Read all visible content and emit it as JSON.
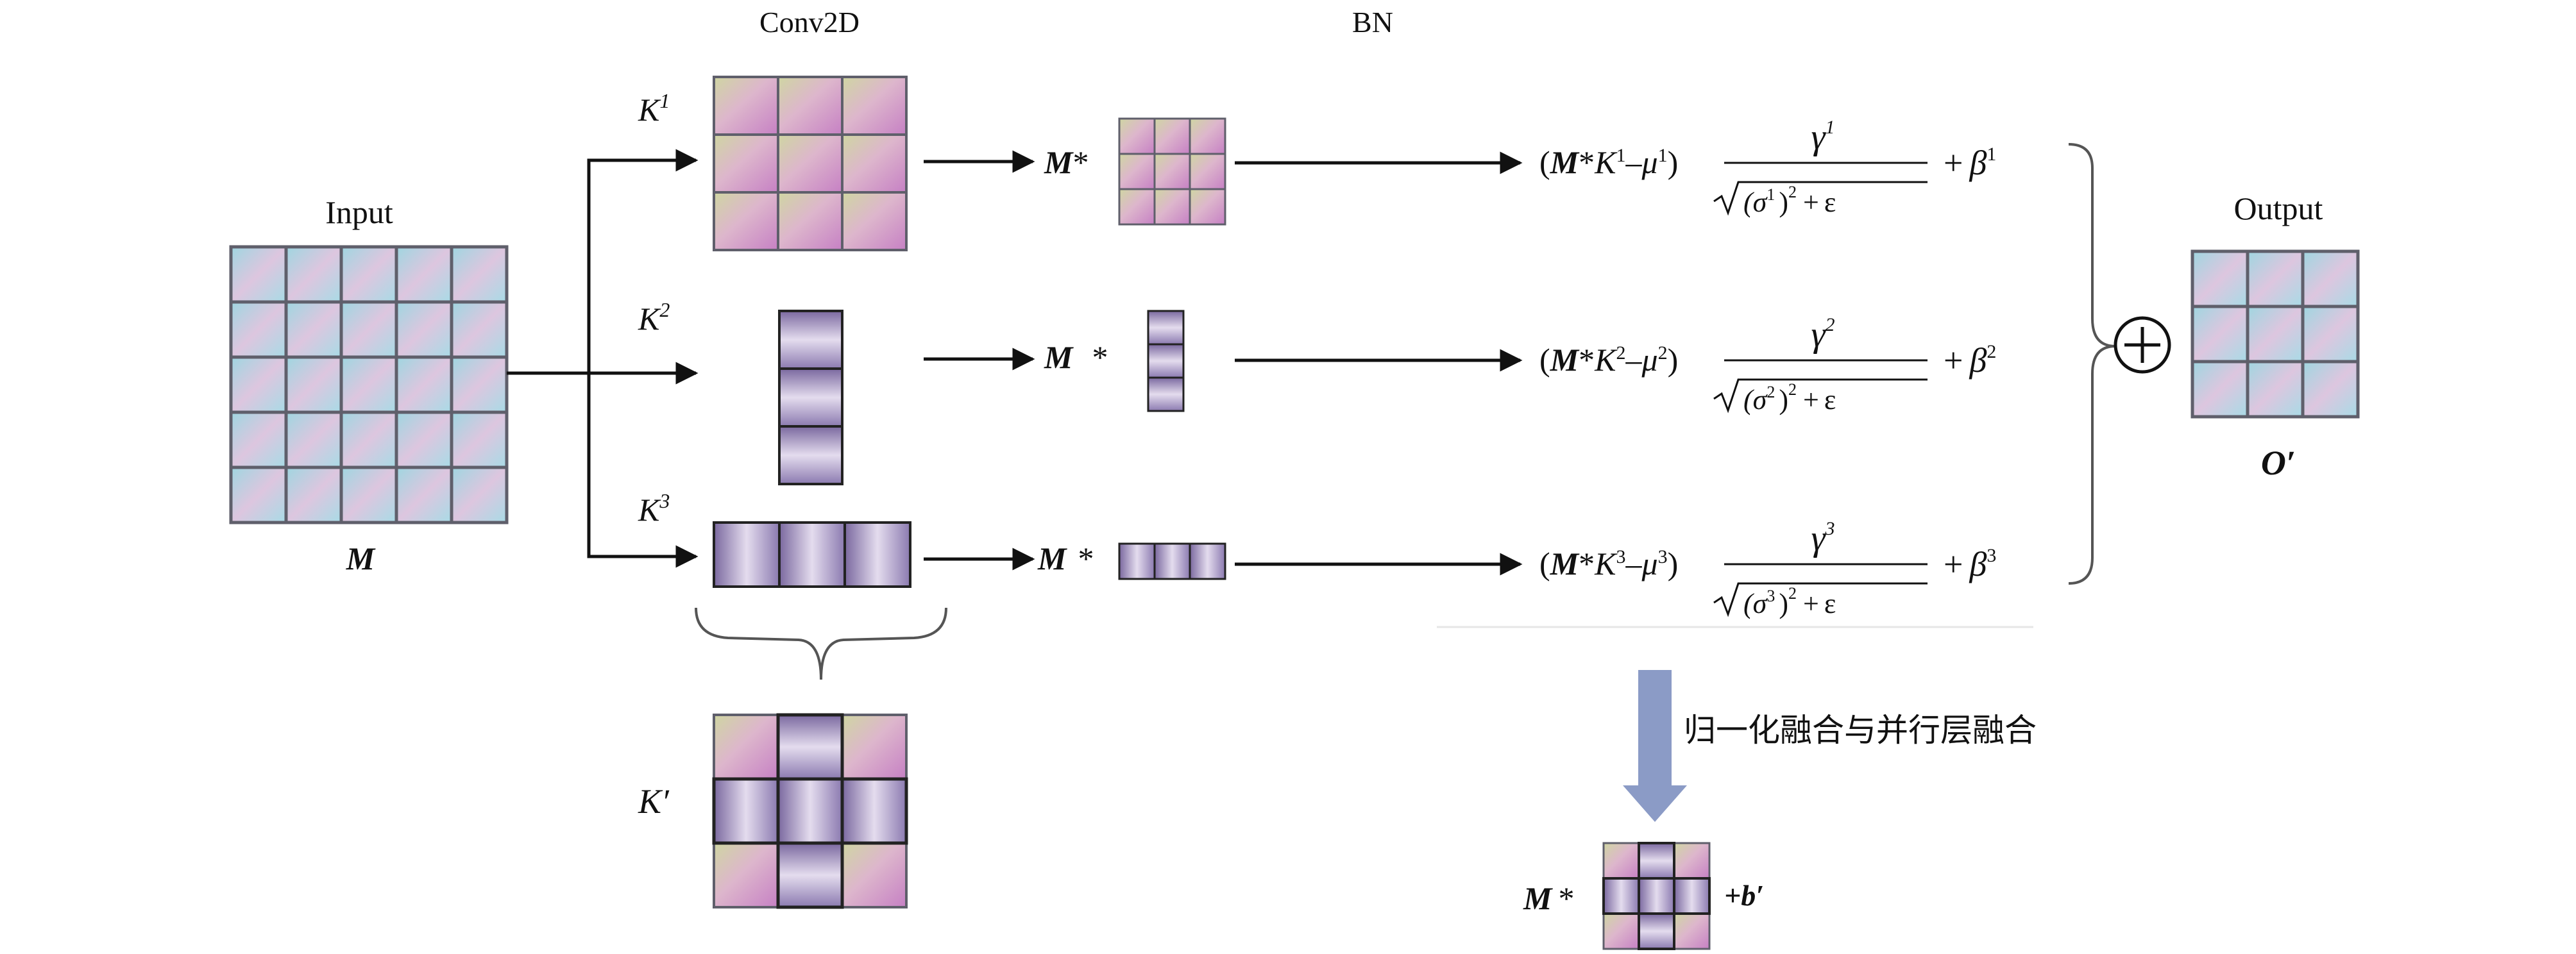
{
  "headers": {
    "conv": "Conv2D",
    "bn": "BN",
    "input": "Input",
    "output": "Output"
  },
  "input_symbol": "M",
  "output_symbol": "O′",
  "kernels": [
    {
      "label_base": "K",
      "label_sup": "1"
    },
    {
      "label_base": "K",
      "label_sup": "2"
    },
    {
      "label_base": "K",
      "label_sup": "3"
    }
  ],
  "fused_kernel": {
    "label": "K′"
  },
  "products": {
    "m": "M",
    "star": "*"
  },
  "bn_terms": [
    {
      "open": "(",
      "m": "M",
      "op": "*",
      "k": "K",
      "ksup": "1",
      "minus": "–",
      "mu": "μ",
      "musup": "1",
      "close": ")",
      "num": "γ",
      "numsup": "1",
      "den_open": "(σ",
      "den_sup1": "1",
      "den_close": ")",
      "den_sup2": "2",
      "den_plus": "+",
      "den_eps": "ε",
      "plus": "+",
      "beta": "β",
      "betasup": "1"
    },
    {
      "open": "(",
      "m": "M",
      "op": "*",
      "k": "K",
      "ksup": "2",
      "minus": "–",
      "mu": "μ",
      "musup": "2",
      "close": ")",
      "num": "γ",
      "numsup": "2",
      "den_open": "(σ",
      "den_sup1": "2",
      "den_close": ")",
      "den_sup2": "2",
      "den_plus": "+",
      "den_eps": "ε",
      "plus": "+",
      "beta": "β",
      "betasup": "2"
    },
    {
      "open": "(",
      "m": "M",
      "op": "*",
      "k": "K",
      "ksup": "3",
      "minus": "–",
      "mu": "μ",
      "musup": "3",
      "close": ")",
      "num": "γ",
      "numsup": "3",
      "den_open": "(σ",
      "den_sup1": "3",
      "den_close": ")",
      "den_sup2": "2",
      "den_plus": "+",
      "den_eps": "ε",
      "plus": "+",
      "beta": "β",
      "betasup": "3"
    }
  ],
  "fusion_caption": "归一化融合与并行层融合",
  "result": {
    "m": "M",
    "star": "*",
    "bias": "+b′"
  },
  "sum_symbol": "⊕",
  "colors": {
    "grid_line": "#5f5f6b",
    "arrow": "#111111",
    "big_arrow": "#8b9bc6",
    "bracket": "#555555"
  }
}
